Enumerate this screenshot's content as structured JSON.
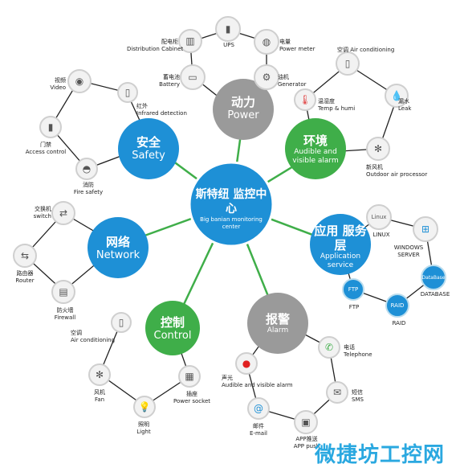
{
  "center": {
    "cn": "斯特纽 监控中心",
    "en": "Big banian monitoring center"
  },
  "hubs": {
    "power": {
      "cn": "动力",
      "en": "Power",
      "color": "#9a9a9a"
    },
    "env": {
      "cn": "环境",
      "en": "Audible and visible alarm",
      "color": "#3fae49"
    },
    "app": {
      "cn": "应用 服务层",
      "en": "Application service",
      "color": "#1e90d6"
    },
    "alarm": {
      "cn": "报警",
      "en": "Alarm",
      "color": "#9a9a9a"
    },
    "control": {
      "cn": "控制",
      "en": "Control",
      "color": "#3fae49"
    },
    "network": {
      "cn": "网络",
      "en": "Network",
      "color": "#1e90d6"
    },
    "safety": {
      "cn": "安全",
      "en": "Safety",
      "color": "#1e90d6"
    }
  },
  "nodes": {
    "ups": {
      "cn": "",
      "en": "UPS"
    },
    "dist_cabinet": {
      "cn": "配电柜",
      "en": "Distribution Cabinet"
    },
    "power_meter": {
      "cn": "电量",
      "en": "Power meter"
    },
    "battery": {
      "cn": "蓄电池",
      "en": "Battery"
    },
    "generator": {
      "cn": "油机",
      "en": "Generator"
    },
    "air_env": {
      "cn": "空调",
      "en": "Air conditioning"
    },
    "temp_humi": {
      "cn": "温湿度",
      "en": "Temp & humi"
    },
    "leak": {
      "cn": "漏水",
      "en": "Leak"
    },
    "outdoor_air": {
      "cn": "新风机",
      "en": "Outdoor air processor"
    },
    "linux": {
      "cn": "",
      "en": "LINUX"
    },
    "windows": {
      "cn": "",
      "en": "WINDOWS SERVER"
    },
    "database": {
      "cn": "",
      "en": "DATABASE"
    },
    "raid": {
      "cn": "",
      "en": "RAID"
    },
    "ftp": {
      "cn": "",
      "en": "FTP"
    },
    "telephone": {
      "cn": "电话",
      "en": "Telephone"
    },
    "sms": {
      "cn": "短信",
      "en": "SMS"
    },
    "app_push": {
      "cn": "APP推送",
      "en": "APP push"
    },
    "email": {
      "cn": "邮件",
      "en": "E-mail"
    },
    "light_alarm": {
      "cn": "声光",
      "en": "Audible and visible alarm"
    },
    "air_ctrl": {
      "cn": "空调",
      "en": "Air conditioning"
    },
    "fan": {
      "cn": "风机",
      "en": "Fan"
    },
    "light": {
      "cn": "照明",
      "en": "Light"
    },
    "socket": {
      "cn": "插座",
      "en": "Power socket"
    },
    "switch": {
      "cn": "交换机",
      "en": "switch"
    },
    "router": {
      "cn": "路由器",
      "en": "Router"
    },
    "firewall": {
      "cn": "防火墙",
      "en": "Firewall"
    },
    "video": {
      "cn": "视频",
      "en": "Video"
    },
    "infrared": {
      "cn": "红外",
      "en": "Infrared detection"
    },
    "access": {
      "cn": "门禁",
      "en": "Access control"
    },
    "fire": {
      "cn": "消防",
      "en": "Fire safety"
    }
  },
  "icon_inner": {
    "ftp": "FTP",
    "raid": "RAID",
    "database": "DataBase",
    "linux": "Linux"
  },
  "watermark": "微捷坊工控网"
}
